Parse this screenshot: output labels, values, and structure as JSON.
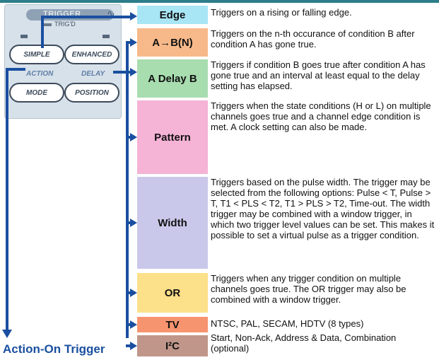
{
  "panel": {
    "trigger_label": "TRIGGER",
    "trigd_label": "TRIG'D",
    "buttons": {
      "simple": "SIMPLE",
      "enhanced": "ENHANCED",
      "mode": "MODE",
      "position": "POSITION"
    },
    "labels": {
      "action": "ACTION",
      "delay": "DELAY"
    }
  },
  "modes": [
    {
      "name": "Edge",
      "color": "#a8e6f5",
      "description": "Triggers on a rising or falling edge."
    },
    {
      "name": "A→B(N)",
      "color": "#f7b98a",
      "description": "Triggers on the n-th occurance of condition B after condition A has gone true."
    },
    {
      "name": "A Delay B",
      "color": "#a8ddb0",
      "description": "Triggers if condition B goes true after condition A has gone true and an interval at least equal to the delay setting has elapsed."
    },
    {
      "name": "Pattern",
      "color": "#f5b3d6",
      "description": "Triggers when the state conditions (H or L) on multiple channels goes true and a channel edge condition is met. A clock setting can also be made."
    },
    {
      "name": "Width",
      "color": "#c9c8ea",
      "description": "Triggers based on the pulse width. The trigger may be selected from the following options: Pulse < T, Pulse > T, T1 < PLS < T2, T1 > PLS > T2, Time-out. The width trigger may be combined with a window trigger, in which two trigger level values can be set. This makes it possible to set a virtual pulse as a trigger condition."
    },
    {
      "name": "OR",
      "color": "#fde08a",
      "description": "Triggers when any trigger condition on multiple channels goes true. The OR trigger may also be combined with a window trigger."
    },
    {
      "name": "TV",
      "color": "#f79470",
      "description": "NTSC, PAL, SECAM, HDTV (8 types)"
    },
    {
      "name": "I²C",
      "color": "#c0968a",
      "description": "Start, Non-Ack, Address & Data, Combination (optional)"
    }
  ],
  "footer": {
    "title": "Action-On Trigger"
  },
  "colors": {
    "arrow": "#1a4fa0",
    "panel_bg": "#d7e1ea"
  }
}
